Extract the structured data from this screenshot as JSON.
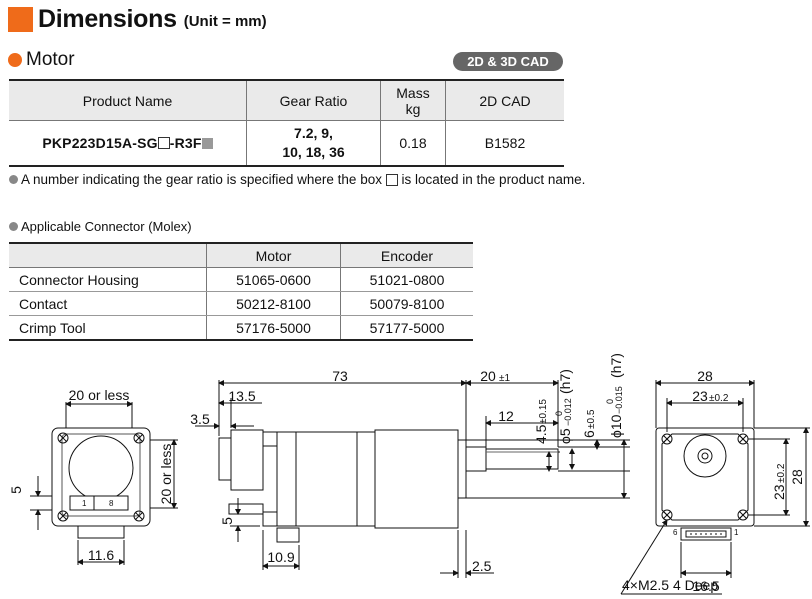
{
  "heading": {
    "title": "Dimensions",
    "unit": "(Unit = mm)"
  },
  "section": {
    "title": "Motor",
    "cad_badge": "2D & 3D CAD"
  },
  "motor_table": {
    "headers": {
      "product": "Product Name",
      "gear": "Gear Ratio",
      "mass_line1": "Mass",
      "mass_line2": "kg",
      "cad": "2D CAD"
    },
    "row": {
      "product_prefix": "PKP223D15A-SG",
      "product_mid": "-R3F",
      "gear_line1": "7.2, 9,",
      "gear_line2": "10, 18, 36",
      "mass": "0.18",
      "cad": "B1582"
    }
  },
  "note": {
    "before": "A number indicating the gear ratio is specified where the box",
    "after": "is located in the product name."
  },
  "connector": {
    "title": "Applicable Connector (Molex)",
    "headers": [
      "",
      "Motor",
      "Encoder"
    ],
    "rows": [
      {
        "name": "Connector Housing",
        "motor": "51065-0600",
        "encoder": "51021-0800"
      },
      {
        "name": "Contact",
        "motor": "50212-8100",
        "encoder": "50079-8100"
      },
      {
        "name": "Crimp Tool",
        "motor": "57176-5000",
        "encoder": "57177-5000"
      }
    ]
  },
  "drawing": {
    "d_20orless_top": "20 or less",
    "d_20orless_side": "20 or less",
    "d_5_left": "5",
    "d_11_6": "11.6",
    "pin1": "1",
    "pin8": "8",
    "d_73": "73",
    "d_13_5": "13.5",
    "d_3_5": "3.5",
    "d_20pm1": "20",
    "d_pm1": "±1",
    "d_12": "12",
    "d_2_5": "2.5",
    "d_10_9": "10.9",
    "d_5_bottom": "5",
    "d_4_5": "4.5",
    "d_4_5_tol": "±0.15",
    "d_phi5": "ϕ5",
    "d_phi5_tol_top": "0",
    "d_phi5_tol_bot": "−0.012",
    "d_phi5_fit": "(h7)",
    "d_6": "6",
    "d_6_tol": "±0.5",
    "d_phi10": "ϕ10",
    "d_phi10_tol_top": "0",
    "d_phi10_tol_bot": "−0.015",
    "d_phi10_fit": "(h7)",
    "d_28_top": "28",
    "d_23_top": "23",
    "d_23_top_tol": "±0.2",
    "d_23_right": "23",
    "d_23_right_tol": "±0.2",
    "d_28_right": "28",
    "d_16_5": "16.5",
    "conn_pin6": "6",
    "conn_pin1": "1",
    "d_screw": "4×M2.5 4 Deep"
  }
}
